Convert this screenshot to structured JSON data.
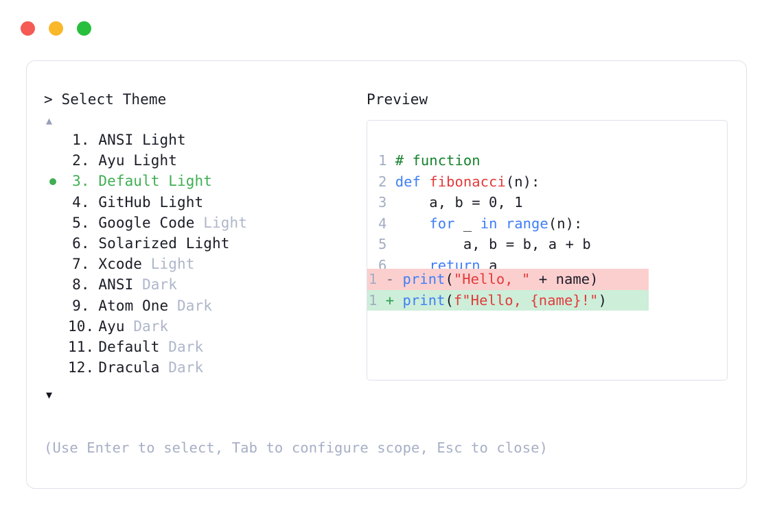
{
  "window_controls": [
    {
      "name": "close",
      "color": "#f65a54"
    },
    {
      "name": "minimize",
      "color": "#f8b82a"
    },
    {
      "name": "maximize",
      "color": "#27bf3d"
    }
  ],
  "selector": {
    "title": "> Select Theme",
    "scroll_up_icon": "▲",
    "scroll_down_icon": "▼",
    "selected_index": 3,
    "bullet_icon": "●",
    "items": [
      {
        "index": "1.",
        "name": "ANSI",
        "mode": "Light",
        "mode_dim": false,
        "selected": false
      },
      {
        "index": "2.",
        "name": "Ayu",
        "mode": "Light",
        "mode_dim": false,
        "selected": false
      },
      {
        "index": "3.",
        "name": "Default",
        "mode": "Light",
        "mode_dim": false,
        "selected": true
      },
      {
        "index": "4.",
        "name": "GitHub",
        "mode": "Light",
        "mode_dim": false,
        "selected": false
      },
      {
        "index": "5.",
        "name": "Google Code",
        "mode": "Light",
        "mode_dim": true,
        "selected": false
      },
      {
        "index": "6.",
        "name": "Solarized",
        "mode": "Light",
        "mode_dim": false,
        "selected": false
      },
      {
        "index": "7.",
        "name": "Xcode",
        "mode": "Light",
        "mode_dim": true,
        "selected": false
      },
      {
        "index": "8.",
        "name": "ANSI",
        "mode": "Dark",
        "mode_dim": true,
        "selected": false
      },
      {
        "index": "9.",
        "name": "Atom One",
        "mode": "Dark",
        "mode_dim": true,
        "selected": false
      },
      {
        "index": "10.",
        "name": "Ayu",
        "mode": "Dark",
        "mode_dim": true,
        "selected": false
      },
      {
        "index": "11.",
        "name": "Default",
        "mode": "Dark",
        "mode_dim": true,
        "selected": false
      },
      {
        "index": "12.",
        "name": "Dracula",
        "mode": "Dark",
        "mode_dim": true,
        "selected": false
      }
    ]
  },
  "footer_hint": "(Use Enter to select, Tab to configure scope, Esc to close)",
  "preview": {
    "title": "Preview",
    "code_lines": [
      {
        "num": "1",
        "tokens": [
          {
            "t": "# function",
            "c": "comment"
          }
        ]
      },
      {
        "num": "2",
        "tokens": [
          {
            "t": "def ",
            "c": "kw"
          },
          {
            "t": "fibonacci",
            "c": "fn"
          },
          {
            "t": "(n):",
            "c": "plain"
          }
        ]
      },
      {
        "num": "3",
        "tokens": [
          {
            "t": "    a, b = 0, 1",
            "c": "plain"
          }
        ]
      },
      {
        "num": "4",
        "tokens": [
          {
            "t": "    ",
            "c": "plain"
          },
          {
            "t": "for",
            "c": "kw"
          },
          {
            "t": " _ ",
            "c": "plain"
          },
          {
            "t": "in range",
            "c": "kw"
          },
          {
            "t": "(n):",
            "c": "plain"
          }
        ]
      },
      {
        "num": "5",
        "tokens": [
          {
            "t": "        a, b = b, a + b",
            "c": "plain"
          }
        ]
      },
      {
        "num": "6",
        "tokens": [
          {
            "t": "    ",
            "c": "plain"
          },
          {
            "t": "return",
            "c": "kw"
          },
          {
            "t": " a",
            "c": "plain"
          }
        ]
      }
    ],
    "diff_lines": [
      {
        "num": "1",
        "marker": "-",
        "kind": "del",
        "tokens": [
          {
            "t": "print",
            "c": "kw"
          },
          {
            "t": "(",
            "c": "plain"
          },
          {
            "t": "\"Hello, \"",
            "c": "str"
          },
          {
            "t": " + name)",
            "c": "plain"
          }
        ]
      },
      {
        "num": "1",
        "marker": "+",
        "kind": "add",
        "tokens": [
          {
            "t": "print",
            "c": "kw"
          },
          {
            "t": "(",
            "c": "plain"
          },
          {
            "t": "f\"Hello, {name}!\"",
            "c": "str"
          },
          {
            "t": ")",
            "c": "plain"
          }
        ]
      }
    ]
  },
  "colors": {
    "accent_green": "#3faf52",
    "dim_text": "#aeb6ca",
    "body_text": "#1b1c26",
    "border": "#dfe2ea",
    "diff_del_bg": "#fccfcf",
    "diff_add_bg": "#cdeed9"
  }
}
